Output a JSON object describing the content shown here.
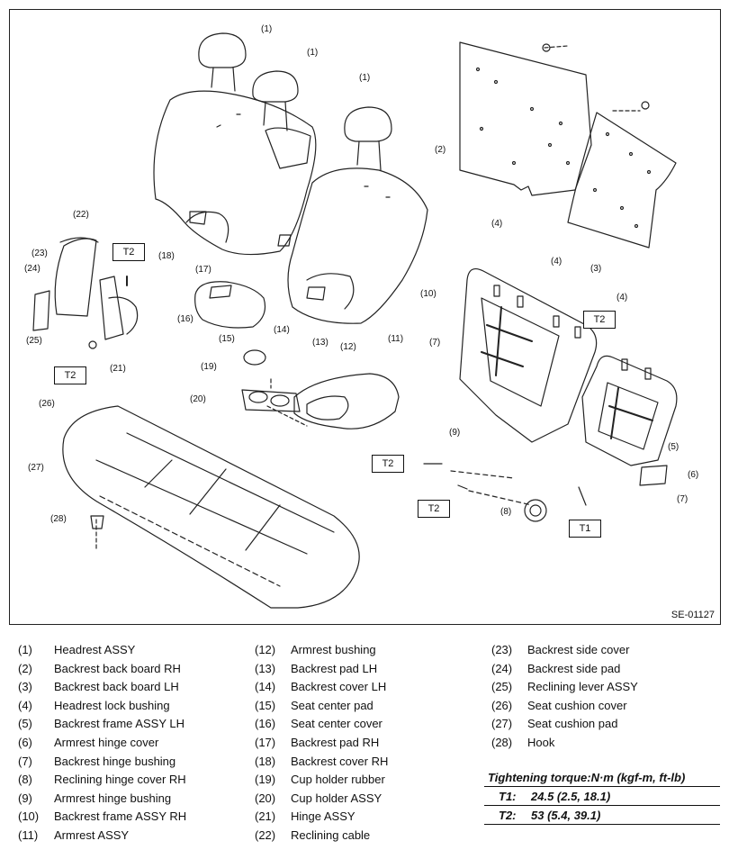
{
  "figure": {
    "code": "SE-01127",
    "callouts": [
      {
        "id": "c1a",
        "text": "(1)"
      },
      {
        "id": "c1b",
        "text": "(1)"
      },
      {
        "id": "c1c",
        "text": "(1)"
      },
      {
        "id": "c2",
        "text": "(2)"
      },
      {
        "id": "c3",
        "text": "(3)"
      },
      {
        "id": "c4a",
        "text": "(4)"
      },
      {
        "id": "c4b",
        "text": "(4)"
      },
      {
        "id": "c4c",
        "text": "(4)"
      },
      {
        "id": "c5",
        "text": "(5)"
      },
      {
        "id": "c6",
        "text": "(6)"
      },
      {
        "id": "c7a",
        "text": "(7)"
      },
      {
        "id": "c7b",
        "text": "(7)"
      },
      {
        "id": "c8",
        "text": "(8)"
      },
      {
        "id": "c9",
        "text": "(9)"
      },
      {
        "id": "c10",
        "text": "(10)"
      },
      {
        "id": "c11",
        "text": "(11)"
      },
      {
        "id": "c12",
        "text": "(12)"
      },
      {
        "id": "c13",
        "text": "(13)"
      },
      {
        "id": "c14",
        "text": "(14)"
      },
      {
        "id": "c15",
        "text": "(15)"
      },
      {
        "id": "c16",
        "text": "(16)"
      },
      {
        "id": "c17",
        "text": "(17)"
      },
      {
        "id": "c18",
        "text": "(18)"
      },
      {
        "id": "c19",
        "text": "(19)"
      },
      {
        "id": "c20",
        "text": "(20)"
      },
      {
        "id": "c21",
        "text": "(21)"
      },
      {
        "id": "c22",
        "text": "(22)"
      },
      {
        "id": "c23",
        "text": "(23)"
      },
      {
        "id": "c24",
        "text": "(24)"
      },
      {
        "id": "c25",
        "text": "(25)"
      },
      {
        "id": "c26",
        "text": "(26)"
      },
      {
        "id": "c27",
        "text": "(27)"
      },
      {
        "id": "c28",
        "text": "(28)"
      }
    ],
    "torque_boxes": [
      {
        "id": "t2a",
        "text": "T2"
      },
      {
        "id": "t2b",
        "text": "T2"
      },
      {
        "id": "t2c",
        "text": "T2"
      },
      {
        "id": "t2d",
        "text": "T2"
      },
      {
        "id": "t2e",
        "text": "T2"
      },
      {
        "id": "t1a",
        "text": "T1"
      }
    ]
  },
  "legend": {
    "col1": [
      {
        "num": "(1)",
        "name": "Headrest ASSY"
      },
      {
        "num": "(2)",
        "name": "Backrest back board RH"
      },
      {
        "num": "(3)",
        "name": "Backrest back board LH"
      },
      {
        "num": "(4)",
        "name": "Headrest lock bushing"
      },
      {
        "num": "(5)",
        "name": "Backrest frame ASSY LH"
      },
      {
        "num": "(6)",
        "name": "Armrest hinge cover"
      },
      {
        "num": "(7)",
        "name": "Backrest hinge bushing"
      },
      {
        "num": "(8)",
        "name": "Reclining hinge cover RH"
      },
      {
        "num": "(9)",
        "name": "Armrest hinge bushing"
      },
      {
        "num": "(10)",
        "name": "Backrest frame ASSY RH"
      },
      {
        "num": "(11)",
        "name": "Armrest ASSY"
      }
    ],
    "col2": [
      {
        "num": "(12)",
        "name": "Armrest bushing"
      },
      {
        "num": "(13)",
        "name": "Backrest pad LH"
      },
      {
        "num": "(14)",
        "name": "Backrest cover LH"
      },
      {
        "num": "(15)",
        "name": "Seat center pad"
      },
      {
        "num": "(16)",
        "name": "Seat center cover"
      },
      {
        "num": "(17)",
        "name": "Backrest pad RH"
      },
      {
        "num": "(18)",
        "name": "Backrest cover RH"
      },
      {
        "num": "(19)",
        "name": "Cup holder rubber"
      },
      {
        "num": "(20)",
        "name": "Cup holder ASSY"
      },
      {
        "num": "(21)",
        "name": "Hinge ASSY"
      },
      {
        "num": "(22)",
        "name": "Reclining cable"
      }
    ],
    "col3": [
      {
        "num": "(23)",
        "name": "Backrest side cover"
      },
      {
        "num": "(24)",
        "name": "Backrest side pad"
      },
      {
        "num": "(25)",
        "name": "Reclining lever ASSY"
      },
      {
        "num": "(26)",
        "name": "Seat cushion cover"
      },
      {
        "num": "(27)",
        "name": "Seat cushion pad"
      },
      {
        "num": "(28)",
        "name": "Hook"
      }
    ]
  },
  "torque": {
    "title": "Tightening torque:N·m (kgf-m, ft-lb)",
    "rows": [
      {
        "label": "T1:",
        "value": "24.5 (2.5, 18.1)"
      },
      {
        "label": "T2:",
        "value": "53 (5.4, 39.1)"
      }
    ]
  }
}
